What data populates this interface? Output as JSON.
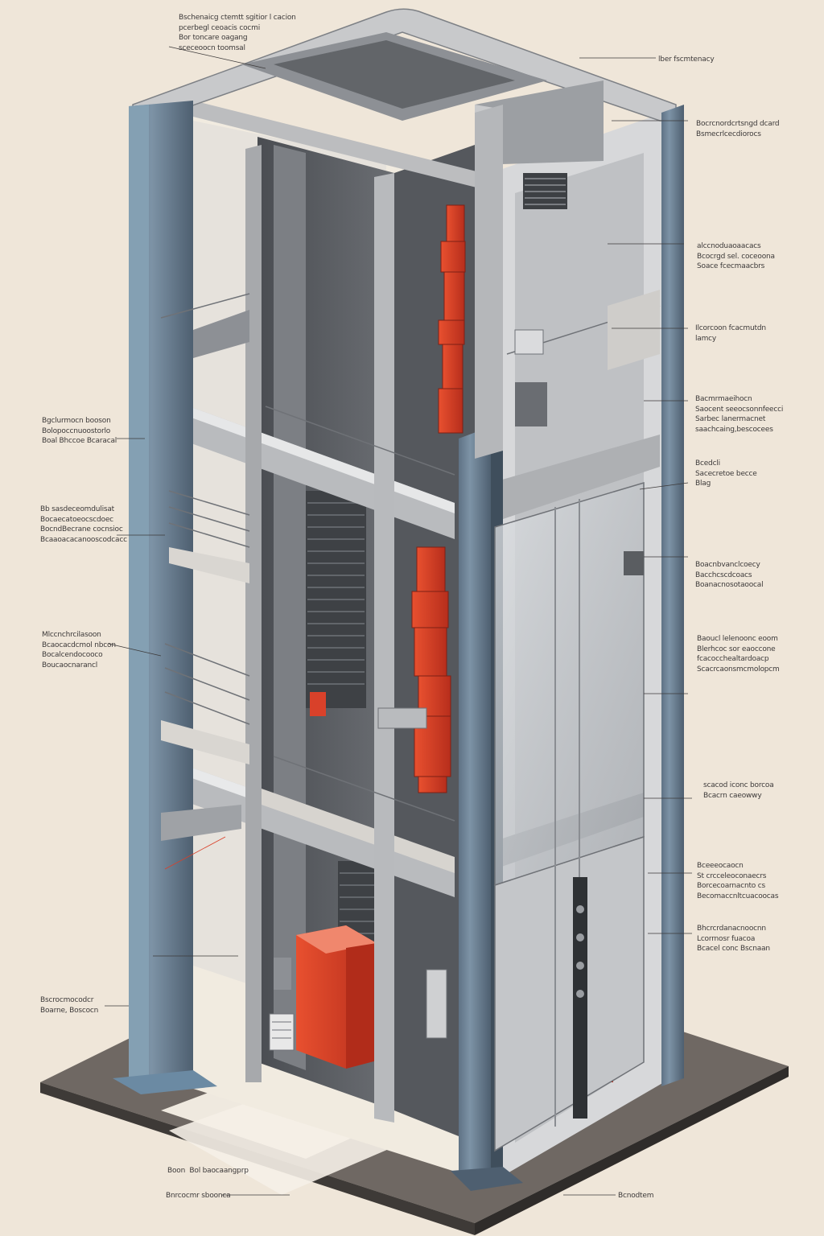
{
  "colors": {
    "background": "#efe6d9",
    "steel_dark": "#5b5e63",
    "steel_mid": "#8f9297",
    "steel_light": "#c9cacc",
    "column_blue": "#6b7f90",
    "accent_red": "#d9412a",
    "floor": "#6e6762",
    "text": "#3d3a3a"
  },
  "labels": {
    "top_left": "Bschenaicg ctemtt sgitior l cacion\npcerbegl ceoacis cocmi\nBor toncare oagang\nsceceoocn toomsal",
    "top_right": "lber fscmtenacy",
    "r1": "Bocrcnordcrtsngd dcard\nBsmecrlcecdiorocs",
    "r2": "alccnoduaoaacacs\nBcocrgd sel. coceoona\nSoace fcecmaacbrs",
    "r3": "Ilcorcoon fcacmutdn\nlamcy",
    "r4": "Bacmrmaeihocn\nSaocent seeocsonnfeecci\nSarbec lanermacnet\nsaachcaing,bescocees",
    "r5": "Bcedcli\nSacecretoe becce\nBlag",
    "r6": "Boacnbvanclcoecy\nBacchcscdcoacs\nBoanacnosotaoocal",
    "r7": "Baoucl lelenoonc eoom\nBlerhcoc sor eaoccone\nfcacocchealtardoacp\nScacrcaonsmcmolopcm",
    "r8": "scacod iconc borcoa\nBcacrn caeowwy",
    "r9": "Bceeeocaocn\nSt crcceleoconaecrs\nBorcecoarnacnto cs\nBecomaccnltcuacoocas",
    "r10": "Bhcrcrdanacnoocnn\nLcorrnosr fuacoa\nBcacel conc Bscnaan",
    "r11": "Bcnodtem",
    "l1": "Bgclurmocn booson\nBolopoccnuoostorlo\nBoal Bhccoe Bcaracal",
    "l2": "Bb sasdeceomdulisat\nBocaecatoeocscdoec\nBocndBecrane cocnsioc\nBcaaoacacanooscodcacc",
    "l3": "Mlccnchrcilasoon\nBcaocacdcmol nbcon\nBocalcendocooco\nBoucaocnarancl",
    "l4": "Bscrocmocodcr\nBoarne, Boscocn",
    "b1": "Boon  Bol baocaangprp",
    "b2": "Bnrcocmr sboonca"
  }
}
